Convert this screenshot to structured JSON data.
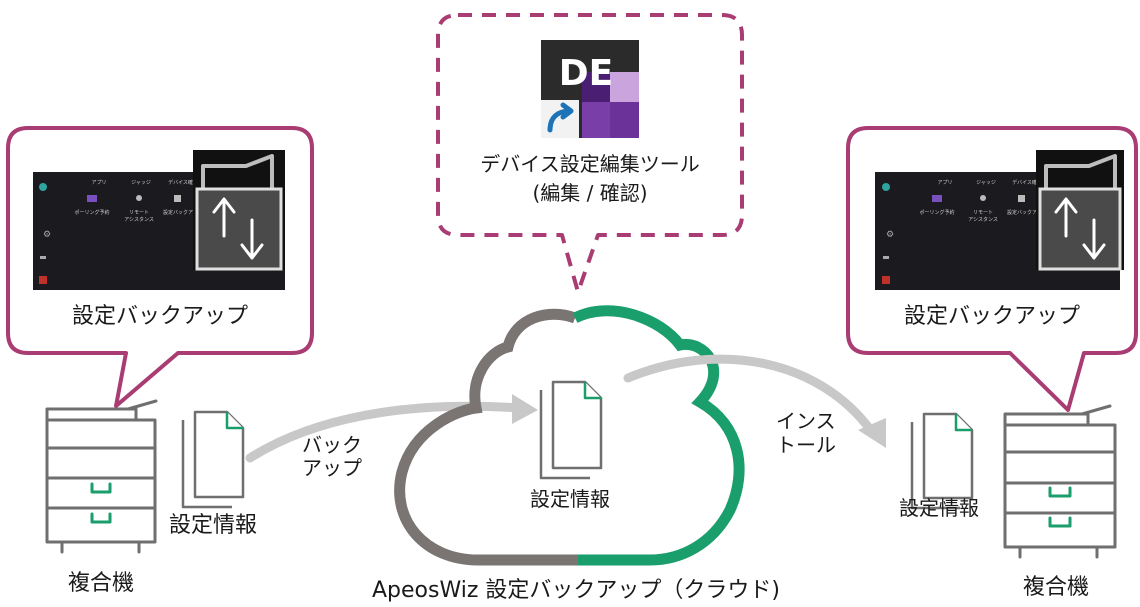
{
  "left": {
    "callout_label": "設定バックアップ",
    "file_label": "設定情報",
    "device_label": "複合機",
    "screen": {
      "tab1": "アプリ",
      "tab2": "ジャッジ",
      "tab3": "デバイス確認",
      "app1": "ポーリング予約",
      "app2_line1": "リモート",
      "app2_line2": "アシスタンス",
      "app3": "設定バックア"
    }
  },
  "right": {
    "callout_label": "設定バックアップ",
    "file_label": "設定情報",
    "device_label": "複合機",
    "screen": {
      "tab1": "アプリ",
      "tab2": "ジャッジ",
      "tab3": "デバイス確認",
      "app1": "ポーリング予約",
      "app2_line1": "リモート",
      "app2_line2": "アシスタンス",
      "app3": "設定バックア"
    }
  },
  "tool": {
    "icon_text": "DE",
    "name": "デバイス設定編集ツール",
    "sub": "(編集 / 確認)"
  },
  "arrows": {
    "backup_line1": "バック",
    "backup_line2": "アップ",
    "install_line1": "インス",
    "install_line2": "トール"
  },
  "cloud": {
    "file_label": "設定情報",
    "caption": "ApeosWiz 設定バックアップ（クラウド)"
  },
  "colors": {
    "callout_border": "#a93c73",
    "cloud_gray": "#7a7473",
    "cloud_green": "#1a9e6b",
    "arrow_gray": "#c8c8c8",
    "device_gray": "#6f6f6f",
    "device_accent": "#1a9e6b",
    "file_accent": "#1a9e6b",
    "icon_purple": "#5b2a86"
  }
}
